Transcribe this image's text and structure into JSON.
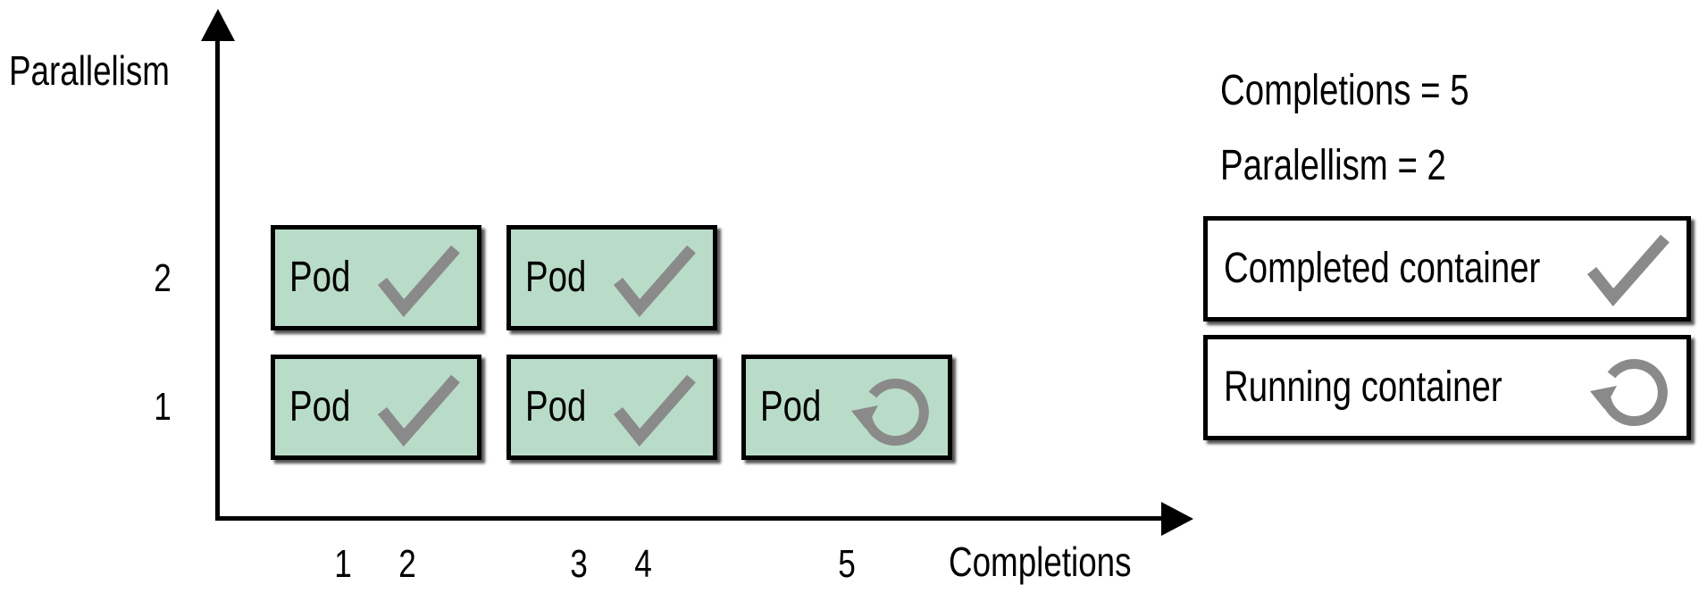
{
  "axes": {
    "y_label": "Parallelism",
    "x_label": "Completions",
    "y_ticks": [
      "2",
      "1"
    ],
    "x_ticks": [
      "1",
      "2",
      "3",
      "4",
      "5"
    ]
  },
  "pods": [
    {
      "label": "Pod",
      "status": "completed",
      "parallel_slot": 2,
      "completions": [
        1,
        2
      ]
    },
    {
      "label": "Pod",
      "status": "completed",
      "parallel_slot": 2,
      "completions": [
        3,
        4
      ]
    },
    {
      "label": "Pod",
      "status": "completed",
      "parallel_slot": 1,
      "completions": [
        1,
        2
      ]
    },
    {
      "label": "Pod",
      "status": "completed",
      "parallel_slot": 1,
      "completions": [
        3,
        4
      ]
    },
    {
      "label": "Pod",
      "status": "running",
      "parallel_slot": 1,
      "completions": [
        5
      ]
    }
  ],
  "settings": {
    "completions": "Completions = 5",
    "parallelism": "Paralellism = 2"
  },
  "legend": {
    "completed": {
      "label": "Completed container",
      "icon": "checkmark-icon"
    },
    "running": {
      "label": "Running container",
      "icon": "refresh-icon"
    }
  },
  "colors": {
    "pod_fill": "#b9dcc8",
    "icon_gray": "#8a8a8a",
    "border": "#000000"
  }
}
